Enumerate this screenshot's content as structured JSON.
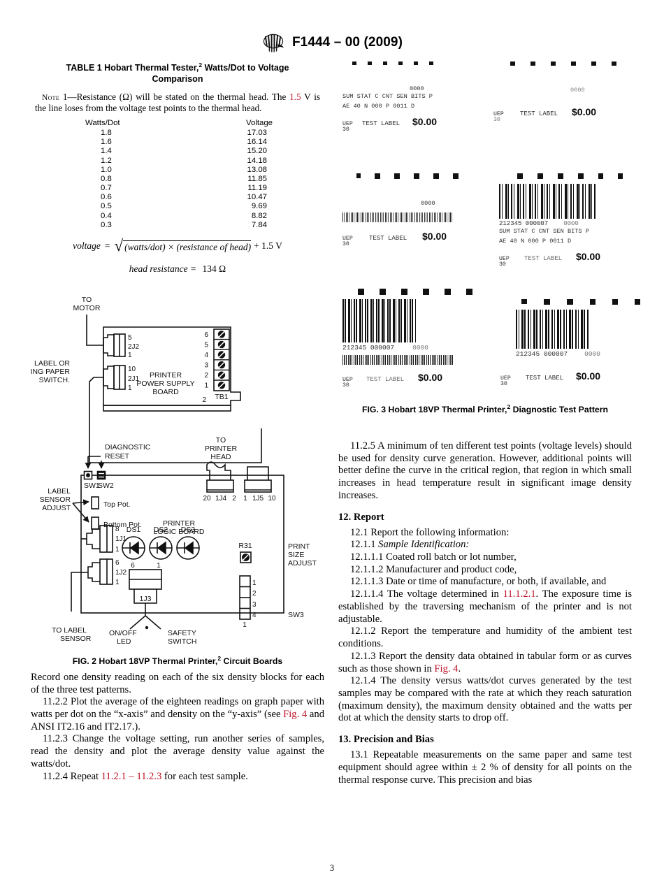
{
  "header": {
    "logo_name": "ASTM",
    "standard": "F1444 – 00 (2009)"
  },
  "page_number": "3",
  "table1": {
    "title_pre": "TABLE 1 Hobart Thermal Tester,",
    "title_sup": "2",
    "title_post": " Watts/Dot to Voltage",
    "title_line2": "Comparison",
    "note_label": "Note",
    "note_text_a": " 1—Resistance (Ω) will be stated on the thermal head. The ",
    "note_red": "1.5",
    "note_text_b": " V is the line loses from the voltage test points to the thermal head.",
    "columns": [
      "Watts/Dot",
      "Voltage"
    ],
    "rows": [
      [
        "1.8",
        "17.03"
      ],
      [
        "1.6",
        "16.14"
      ],
      [
        "1.4",
        "15.20"
      ],
      [
        "1.2",
        "14.18"
      ],
      [
        "1.0",
        "13.08"
      ],
      [
        "0.8",
        "11.85"
      ],
      [
        "0.7",
        "11.19"
      ],
      [
        "0.6",
        "10.47"
      ],
      [
        "0.5",
        "9.69"
      ],
      [
        "0.4",
        "8.82"
      ],
      [
        "0.3",
        "7.84"
      ]
    ]
  },
  "equations": {
    "eq1_lhs": "voltage",
    "eq1_eq": "=",
    "eq1_radicand": "(watts/dot) × (resistance of head)",
    "eq1_tail": "+ 1.5 V",
    "eq2": "head resistance =",
    "eq2_value": "134 Ω"
  },
  "fig2": {
    "caption_pre": "FIG. 2  Hobart 18VP Thermal Printer,",
    "caption_sup": "2",
    "caption_post": "  Circuit Boards",
    "labels": {
      "to_motor": [
        "TO",
        "MOTOR"
      ],
      "label_or_listing": [
        "LABEL OR",
        "LISTING PAPER",
        "SWITCH."
      ],
      "conn_2j2": "2J2",
      "conn_2j2_top": "5",
      "conn_2j2_bot": "1",
      "conn_2j1": "2J1",
      "conn_2j1_top": "10",
      "conn_2j1_bot": "1",
      "psu_board": [
        "PRINTER",
        "POWER SUPPLY",
        "BOARD"
      ],
      "tb1": "TB1",
      "tb1_pins": [
        "6",
        "5",
        "4",
        "3",
        "2",
        "1"
      ],
      "psu_pin2": "2",
      "diagnostic": "DIAGNOSTIC",
      "reset": "RESET",
      "sw1": "SW1",
      "sw2": "SW2",
      "label_sensor_adjust": [
        "LABEL",
        "SENSOR",
        "ADJUST"
      ],
      "top_pot": "Top Pot.",
      "bottom_pot": "Bottom Pot.",
      "logic_board": [
        "PRINTER",
        "LOGIC BOARD"
      ],
      "to_printer_head": [
        "TO",
        "PRINTER",
        "HEAD"
      ],
      "conn_1j4": "1J4",
      "conn_1j4_left": "20",
      "conn_1j4_right": "2",
      "conn_1j5": "1J5",
      "conn_1j5_left": "1",
      "conn_1j5_right": "10",
      "r31": "R31",
      "print_size_adjust": [
        "PRINT",
        "SIZE",
        "ADJUST"
      ],
      "sw3": "SW3",
      "sw3_pins": [
        "1",
        "2",
        "3",
        "4"
      ],
      "sw3_bottom": "1",
      "conn_1j1": "1J1",
      "conn_1j1_top": "8",
      "conn_1j1_bot": "1",
      "conn_1j2": "1J2",
      "conn_1j2_top": "6",
      "conn_1j2_bot": "1",
      "ds1": "DS1",
      "ds2": "DS2",
      "ds3": "DS3",
      "conn_1j3": "1J3",
      "conn_1j3_left": "6",
      "conn_1j3_right": "1",
      "to_label_sensor": [
        "TO LABEL",
        "SENSOR"
      ],
      "onoff_led": [
        "ON/OFF",
        "LED"
      ],
      "safety_switch": [
        "SAFETY",
        "SWITCH"
      ]
    }
  },
  "fig3": {
    "caption_pre": "FIG. 3  Hobart 18VP Thermal Printer,",
    "caption_sup": "2",
    "caption_post": "  Diagnostic Test Pattern",
    "labels": [
      {
        "id": "label-1",
        "number": "0000",
        "header_row": "SUM  STAT C CNT SEN BITS P",
        "data_row": "AE   40  N 000  P  0011 D",
        "dept": [
          "UEP",
          "30"
        ],
        "test_label": "TEST  LABEL",
        "price": "$0.00",
        "barcode": false,
        "smear": false
      },
      {
        "id": "label-2",
        "number": "0000",
        "header_row": "",
        "data_row": "",
        "dept": [
          "UEP",
          "30"
        ],
        "test_label": "TEST  LABEL",
        "price": "$0.00",
        "barcode": false,
        "smear": false
      },
      {
        "id": "label-3",
        "number": "0000",
        "header_row": "",
        "data_row": "",
        "dept": [
          "UEP",
          "30"
        ],
        "test_label": "TEST  LABEL",
        "price": "$0.00",
        "barcode": false,
        "smear": true
      },
      {
        "id": "label-4",
        "number": "0000",
        "barcode_digits": "212345  000007",
        "header_row": "SUM  STAT C CNT SEN BITS P",
        "data_row": "AE   40  N 000  P  0011 D",
        "dept": [
          "UEP",
          "30"
        ],
        "test_label": "TEST  LABEL",
        "price": "$0.00",
        "barcode": true,
        "smear": false
      },
      {
        "id": "label-5",
        "number": "0000",
        "barcode_digits": "212345  000007",
        "header_row": "",
        "data_row": "",
        "dept": [
          "UEP",
          "30"
        ],
        "test_label": "TEST  LABEL",
        "price": "$0.00",
        "barcode": true,
        "smear": true
      },
      {
        "id": "label-6",
        "number": "0000",
        "barcode_digits": "212345  000007",
        "header_row": "",
        "data_row": "",
        "dept": [
          "UEP",
          "30"
        ],
        "test_label": "TEST  LABEL",
        "price": "$0.00",
        "barcode": true,
        "smear": false
      }
    ]
  },
  "left_text": {
    "p1": "Record one density reading on each of the six density blocks for each of the three test patterns.",
    "p2_a": "11.2.2 Plot the average of the eighteen readings on graph paper with watts per dot on the “x-axis” and density on the “y-axis” (see ",
    "p2_red": "Fig. 4",
    "p2_b": " and ANSI IT2.16 and IT2.17.).",
    "p3": "11.2.3 Change the voltage setting, run another series of samples, read the density and plot the average density value against the watts/dot.",
    "p4_a": "11.2.4 Repeat ",
    "p4_red1": "11.2.1",
    "p4_mid": " – ",
    "p4_red2": "11.2.3",
    "p4_b": " for each test sample."
  },
  "right_text": {
    "p1": "11.2.5 A minimum of ten different test points (voltage levels) should be used for density curve generation. However, additional points will better define the curve in the critical region, that region in which small increases in head temperature result in significant image density increases.",
    "h12": "12.  Report",
    "p12_1": "12.1 Report the following information:",
    "p12_1_1_num": "12.1.1 ",
    "p12_1_1_it": "Sample Identification:",
    "p12_1_1_1": "12.1.1.1  Coated roll batch or lot number,",
    "p12_1_1_2": "12.1.1.2  Manufacturer and product code,",
    "p12_1_1_3": "12.1.1.3  Date or time of manufacture, or both, if available, and",
    "p12_1_1_4a": "12.1.1.4  The voltage determined in ",
    "p12_1_1_4red": "11.1.2.1",
    "p12_1_1_4b": ". The exposure time is established by the traversing mechanism of the printer and is not adjustable.",
    "p12_1_2": "12.1.2 Report the temperature and humidity of the ambient test conditions.",
    "p12_1_3a": "12.1.3 Report the density data obtained in tabular form or as curves such as those shown in ",
    "p12_1_3red": "Fig. 4",
    "p12_1_3b": ".",
    "p12_1_4": "12.1.4 The density versus watts/dot curves generated by the test samples may be compared with the rate at which they reach saturation (maximum density), the maximum density obtained and the watts per dot at which the density starts to drop off.",
    "h13": "13.  Precision and Bias",
    "p13_1": "13.1 Repeatable measurements on the same paper and same test equipment should agree within ± 2 % of density for all points on the thermal response curve. This precision and bias"
  }
}
